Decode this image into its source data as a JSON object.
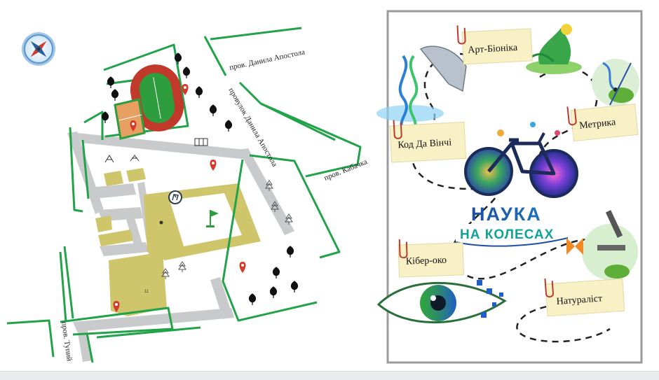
{
  "map": {
    "streets": {
      "danyla_apostola_lane": "пров. Данила Апостола",
      "danyla_apostola_provulok": "провулок Данила Апостола",
      "kabachka": "пров. Кабачка",
      "tupyi": "пров. Тупий"
    },
    "building_number": "11",
    "icons": [
      "compass-icon",
      "location-pin-icon",
      "start-finish-icon",
      "flag-icon",
      "tree-icon",
      "playground-icon"
    ]
  },
  "poster": {
    "title_line1": "НАУКА",
    "title_line2": "НА КОЛЕСАХ",
    "stations": {
      "art_bionika": "Арт-Біоніка",
      "kod_da_vinchi": "Код Да Вінчі",
      "metryka": "Метрика",
      "kiber_oko": "Кібер-око",
      "naturalist": "Натураліст"
    }
  },
  "colors": {
    "green_line": "#22a34a",
    "road_gray": "#c9cacb",
    "building_khaki": "#cfc56a",
    "track_red": "#c0392b",
    "field_green": "#2e9d3e",
    "pin_red": "#d33a2c",
    "note_yellow": "#f8f1c6",
    "title_blue": "#1f4fa3",
    "title_teal": "#11a39a"
  }
}
